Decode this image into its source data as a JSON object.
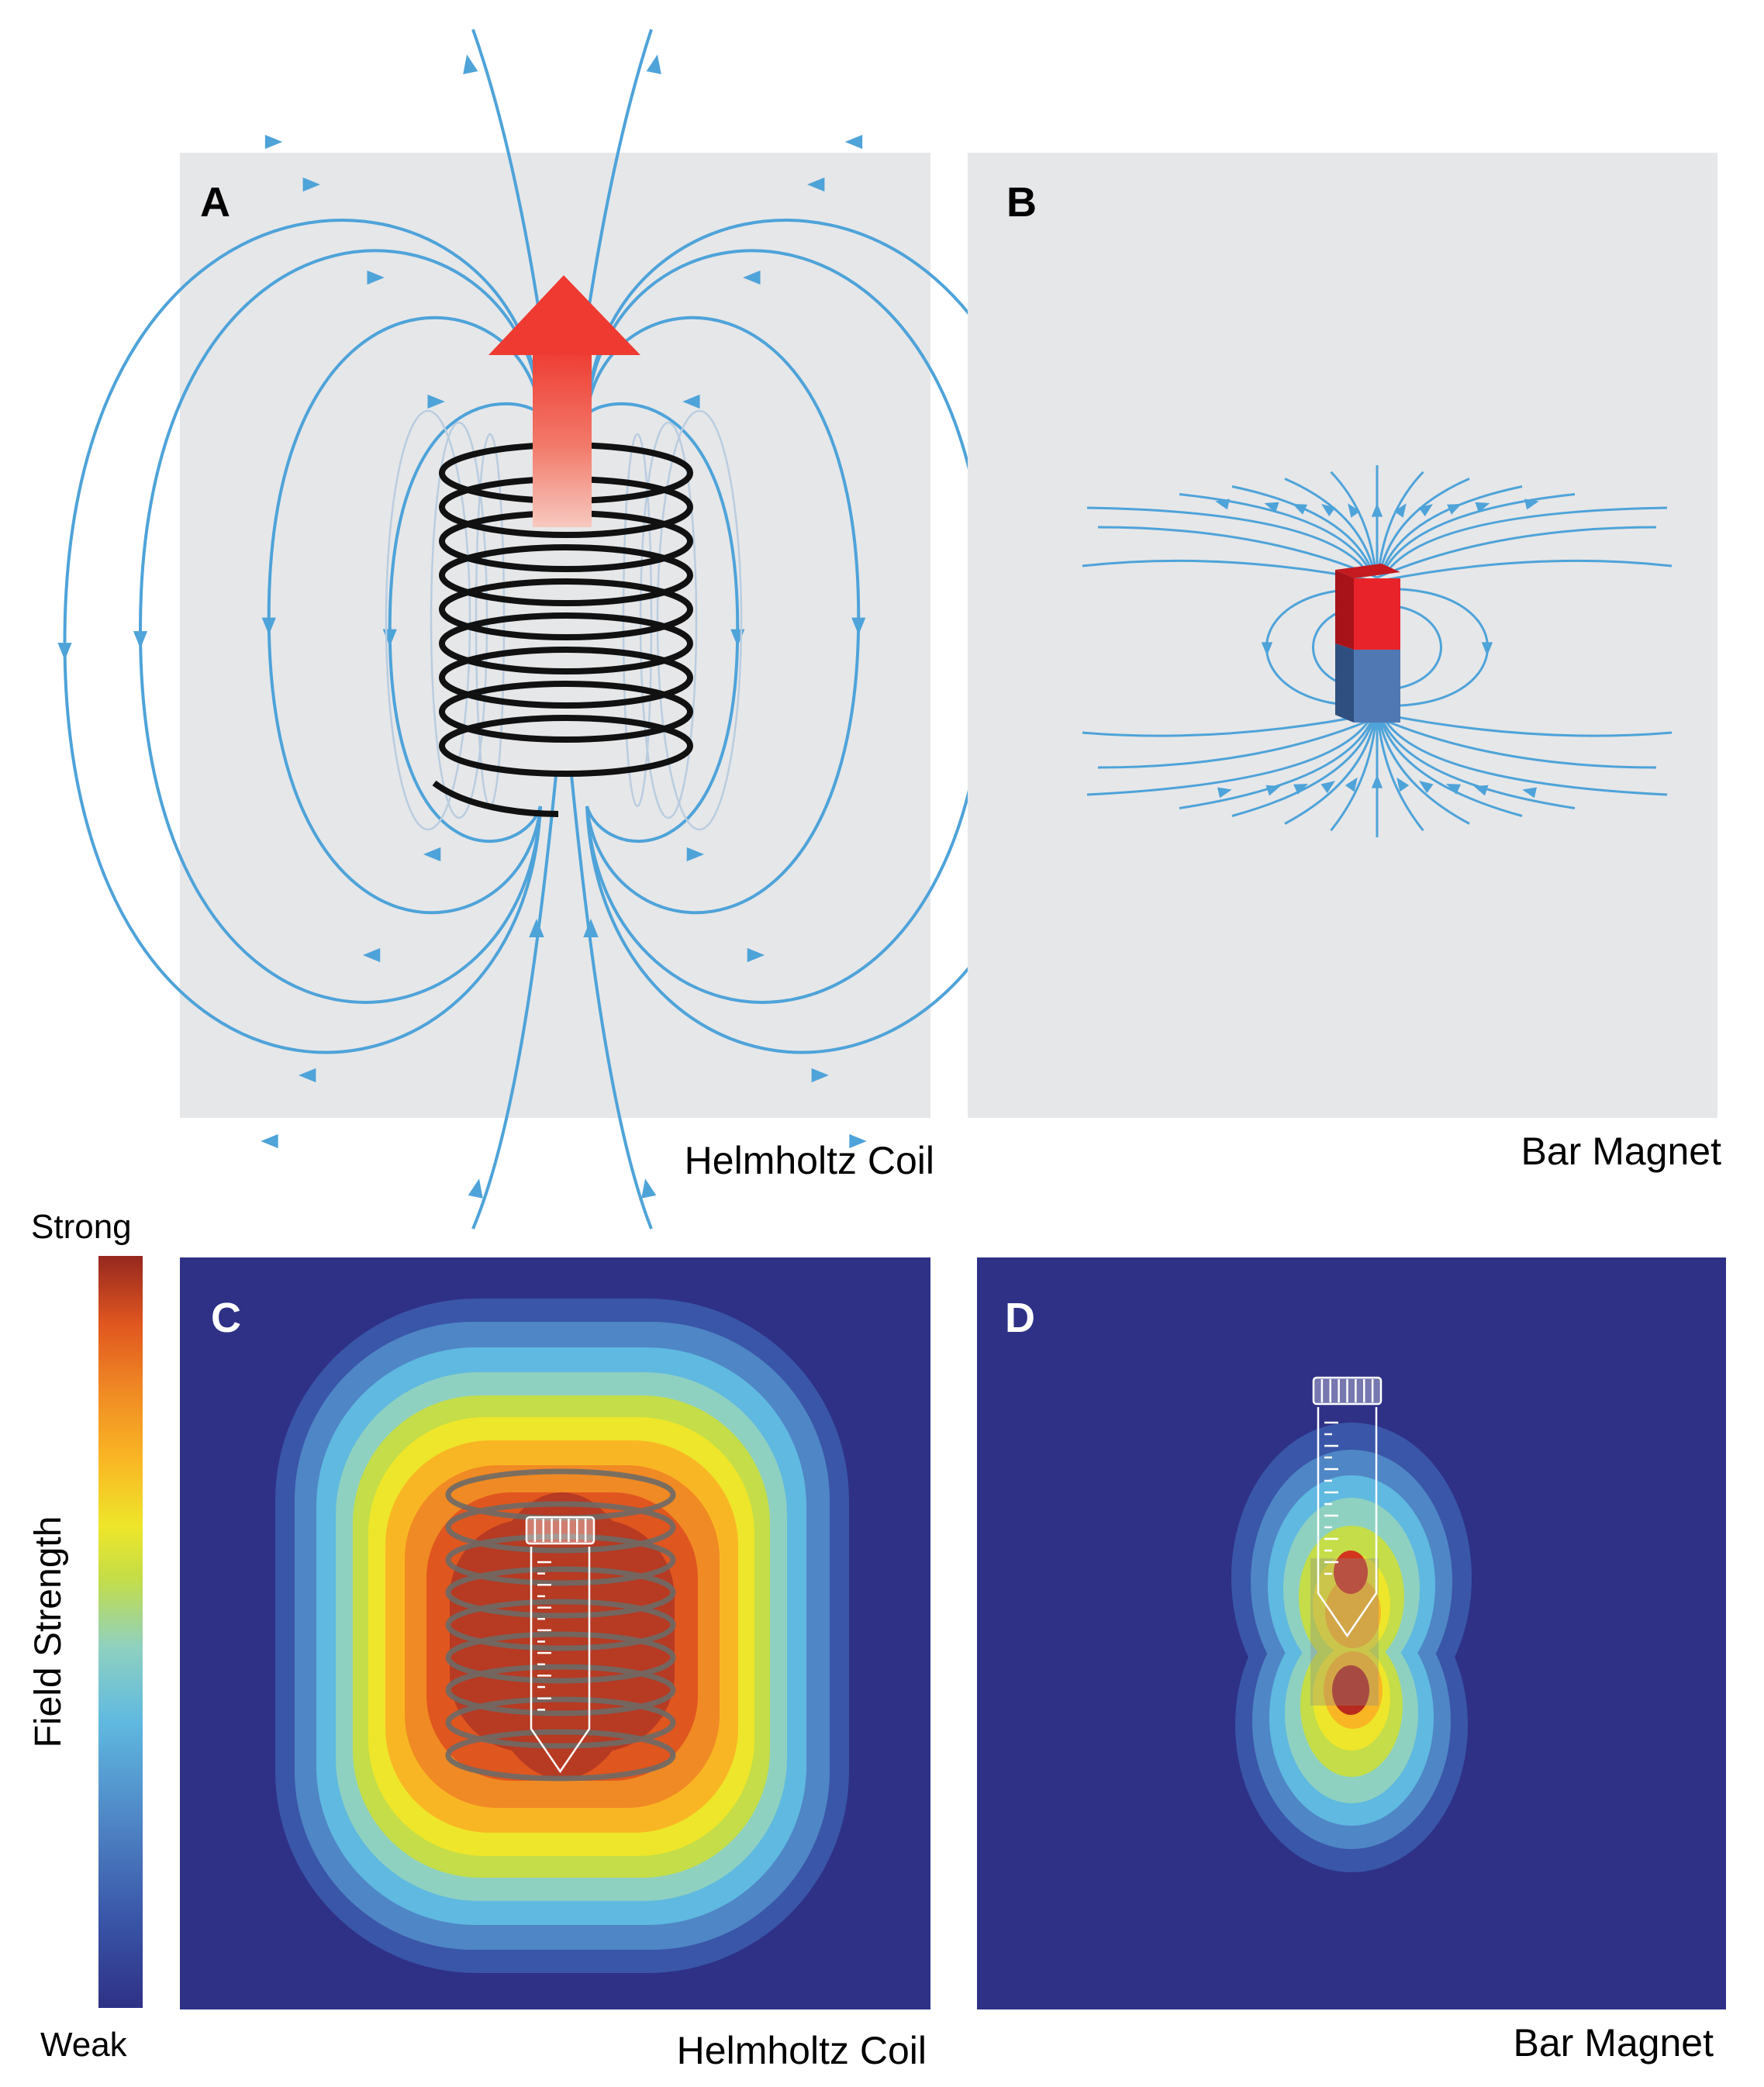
{
  "panels": {
    "a": {
      "letter": "A",
      "caption": "Helmholtz Coil"
    },
    "b": {
      "letter": "B",
      "caption": "Bar Magnet"
    },
    "c": {
      "letter": "C",
      "caption": "Helmholtz Coil"
    },
    "d": {
      "letter": "D",
      "caption": "Bar Magnet"
    }
  },
  "scale": {
    "top_label": "Strong",
    "bottom_label": "Weak",
    "title": "Field Strength"
  },
  "colors": {
    "panel_bg": "#e6e7e9",
    "field_line": "#4ea3d9",
    "coil": "#111111",
    "arrow": "#ef3b33",
    "magnet_north": "#e8232a",
    "magnet_south": "#4c72ad",
    "heatmap_bg": "#2e3186",
    "ramp": [
      "#2e3186",
      "#3a56a8",
      "#4f86c6",
      "#5fb9e0",
      "#8fd1c0",
      "#c4dd48",
      "#eee62a",
      "#f9b624",
      "#f08a24",
      "#e0561f",
      "#b73a22",
      "#96281f"
    ]
  }
}
